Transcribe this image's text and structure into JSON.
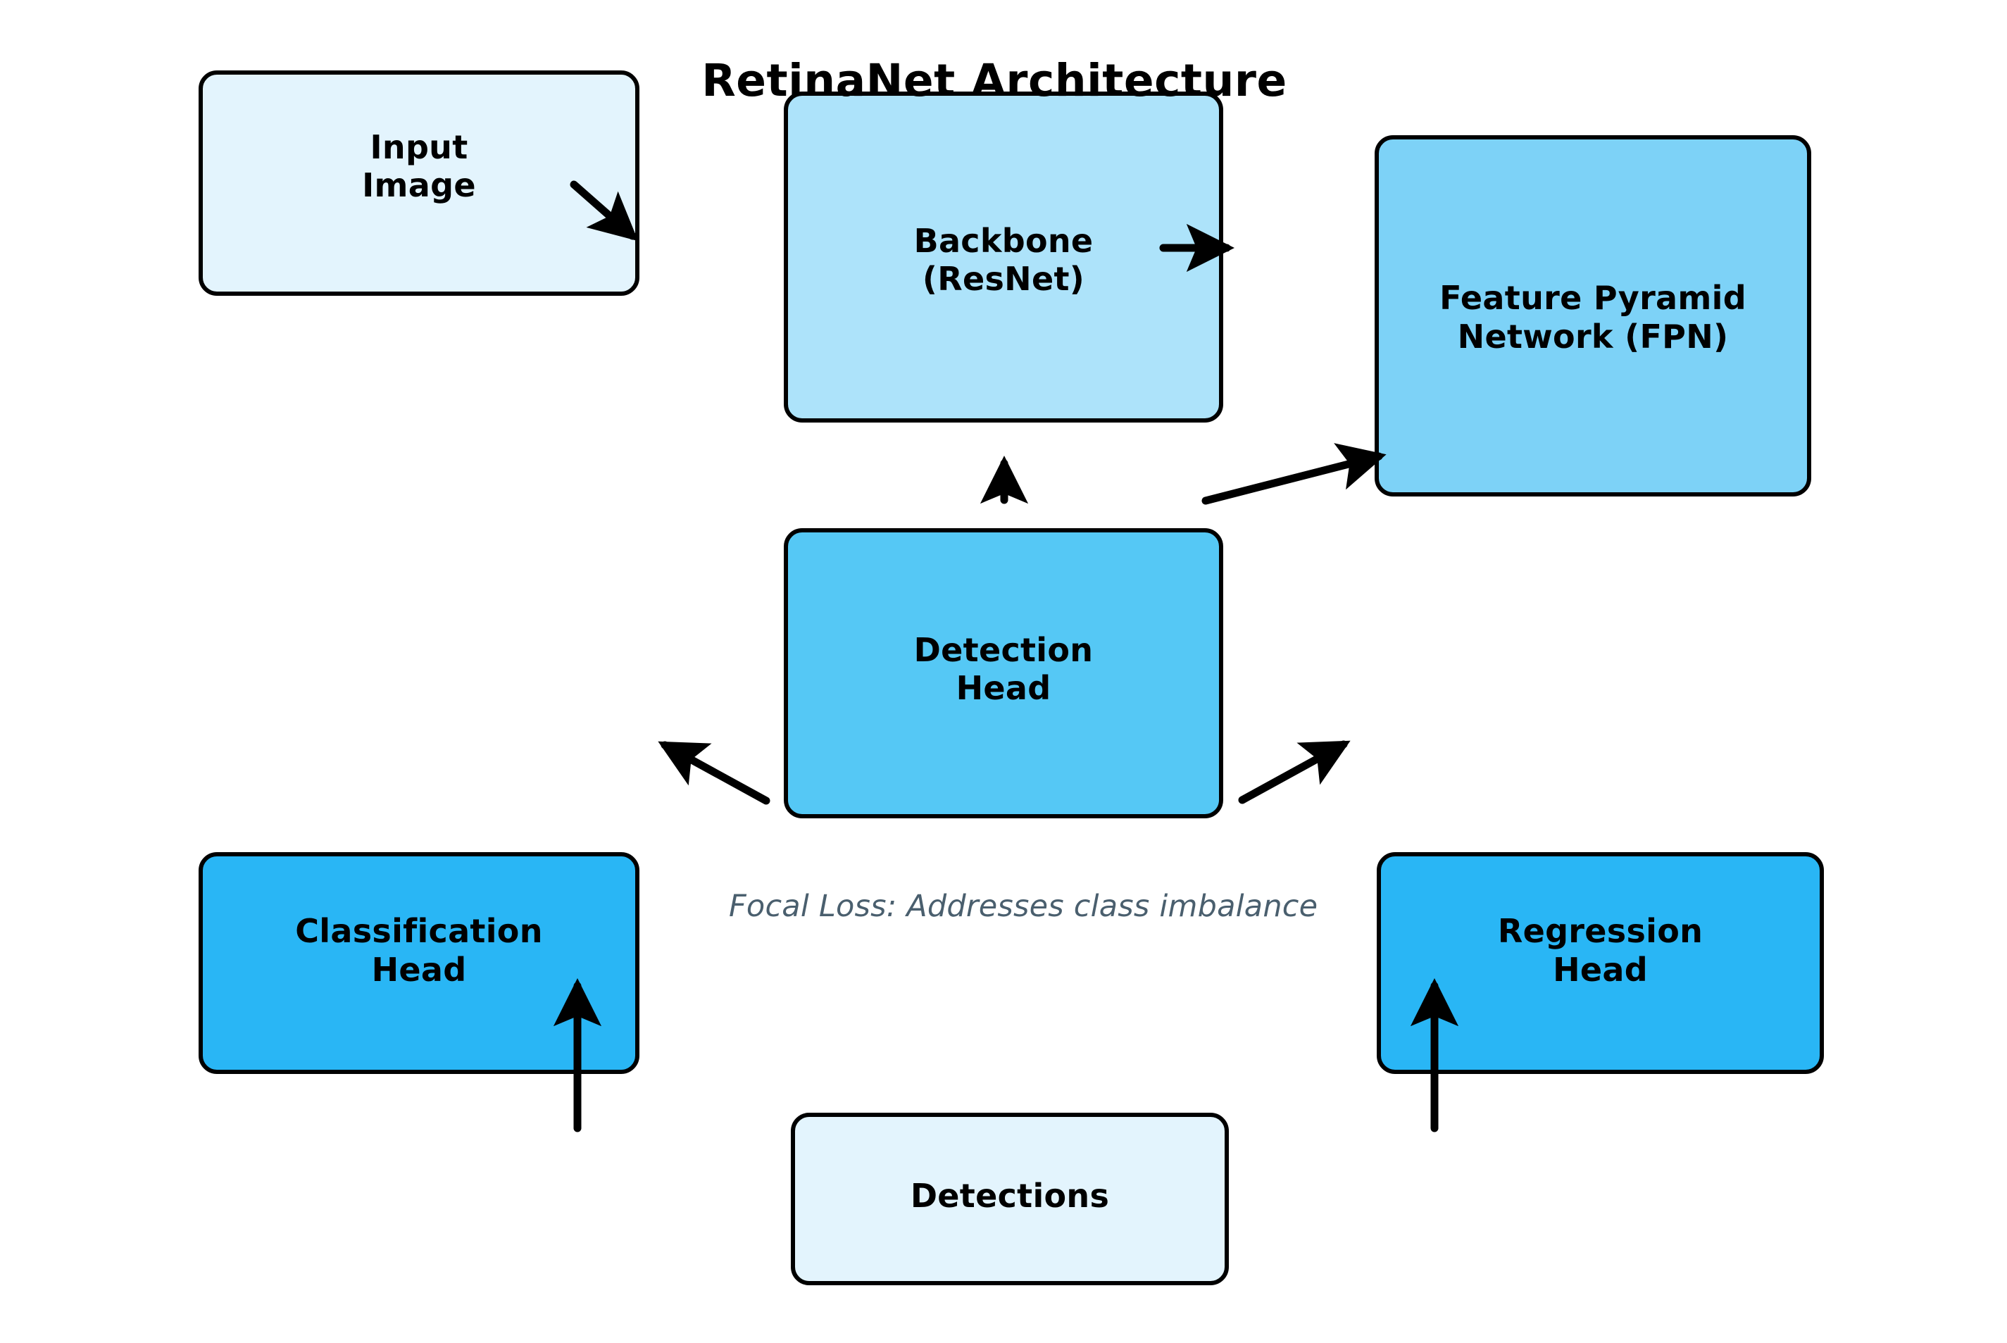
{
  "diagram": {
    "title": "RetinaNet Architecture",
    "background_color": "#ffffff",
    "annotation": "Focal Loss: Addresses class imbalance",
    "annotation_color": "#4a5f6e",
    "border_color": "#000000",
    "arrow_color": "#000000",
    "nodes": [
      {
        "id": "input",
        "label": "Input\nImage",
        "fill": "#e3f4fd"
      },
      {
        "id": "backbone",
        "label": "Backbone\n(ResNet)",
        "fill": "#ade3fa"
      },
      {
        "id": "fpn",
        "label": "Feature Pyramid\nNetwork (FPN)",
        "fill": "#7dd2f7"
      },
      {
        "id": "detection",
        "label": "Detection\nHead",
        "fill": "#55c8f5"
      },
      {
        "id": "classification",
        "label": "Classification\nHead",
        "fill": "#29b6f5"
      },
      {
        "id": "regression",
        "label": "Regression\nHead",
        "fill": "#29b6f5"
      },
      {
        "id": "detections",
        "label": "Detections",
        "fill": "#e3f4fd"
      }
    ],
    "edges": [
      {
        "id": "input-to-backbone",
        "from": "input",
        "to": "backbone"
      },
      {
        "id": "backbone-to-fpn",
        "from": "backbone",
        "to": "fpn"
      },
      {
        "id": "fpn-to-detection",
        "from": "fpn",
        "to": "detection"
      },
      {
        "id": "detection-to-backbone",
        "from": "detection",
        "to": "backbone"
      },
      {
        "id": "detection-to-classification",
        "from": "detection",
        "to": "classification"
      },
      {
        "id": "detection-to-regression",
        "from": "detection",
        "to": "regression"
      },
      {
        "id": "detections-to-classification",
        "from": "detections",
        "to": "classification"
      },
      {
        "id": "detections-to-regression",
        "from": "detections",
        "to": "regression"
      }
    ]
  }
}
